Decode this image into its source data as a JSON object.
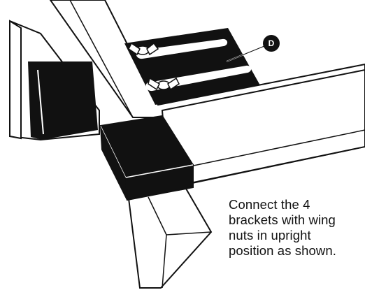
{
  "callout": {
    "label": "D"
  },
  "instruction": {
    "lines": [
      "Connect the 4",
      "brackets with wing",
      "nuts in upright",
      "position as shown."
    ]
  },
  "colors": {
    "ink": "#111111",
    "paper": "#ffffff"
  }
}
